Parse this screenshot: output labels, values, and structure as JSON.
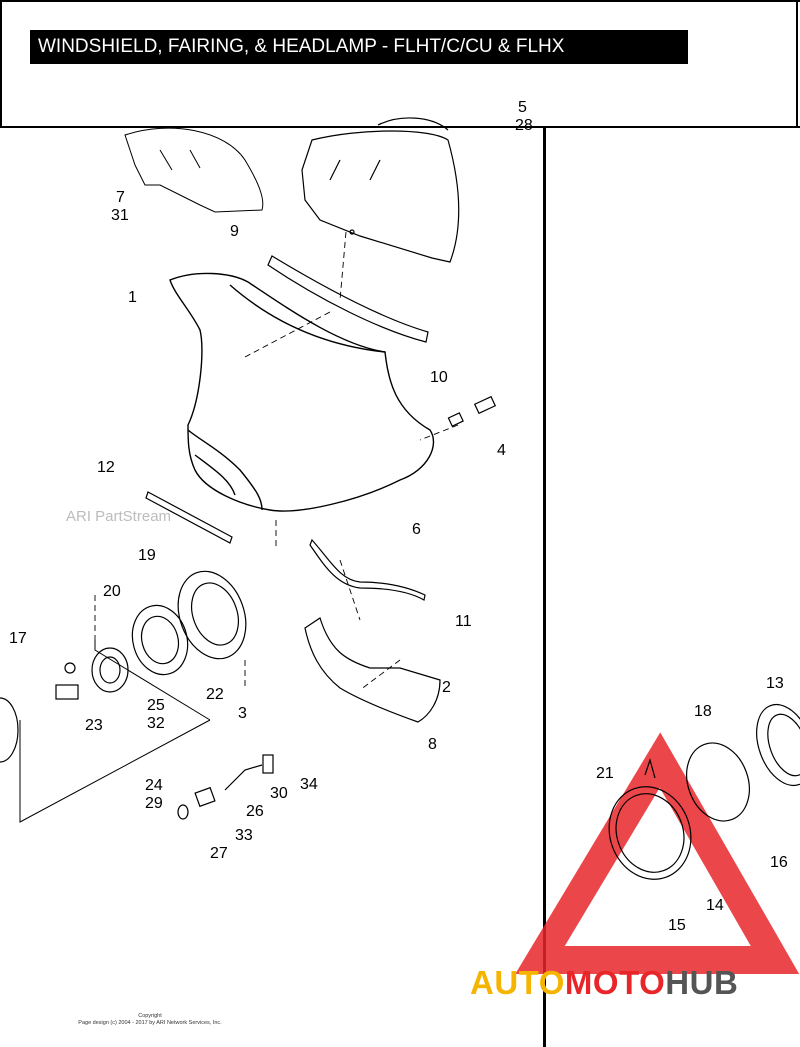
{
  "title": "WINDSHIELD, FAIRING, & HEADLAMP - FLHT/C/CU & FLHX",
  "watermark": "ARI PartStream",
  "copyright": [
    "Copyright",
    "Page design (c) 2004 - 2017 by ARI Network Services, Inc."
  ],
  "brand": {
    "part1": "AUTO",
    "part2": "MOTO",
    "part3": "HUB",
    "colors": [
      "#f5b400",
      "#e8262a",
      "#555555"
    ]
  },
  "callouts": [
    "5",
    "28",
    "7",
    "31",
    "9",
    "1",
    "10",
    "4",
    "12",
    "6",
    "19",
    "20",
    "17",
    "11",
    "2",
    "22",
    "3",
    "25",
    "32",
    "23",
    "8",
    "24",
    "29",
    "34",
    "30",
    "26",
    "33",
    "27",
    "13",
    "18",
    "21",
    "16",
    "14",
    "15"
  ]
}
